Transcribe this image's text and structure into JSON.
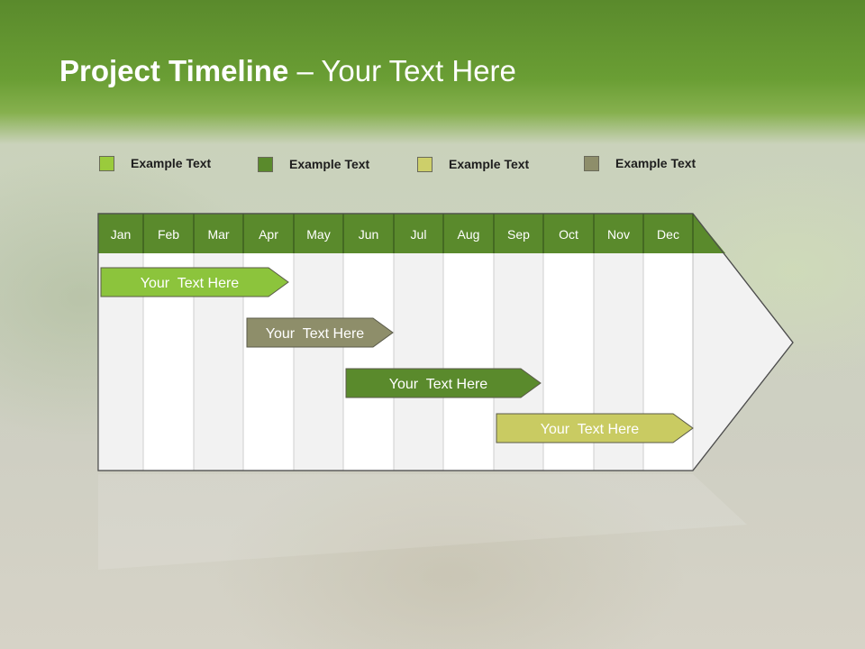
{
  "header": {
    "title_bold": "Project Timeline",
    "title_rest": " – Your Text Here"
  },
  "legend": [
    {
      "label": "Example Text",
      "color": "#9acb3c"
    },
    {
      "label": "Example Text",
      "color": "#5a8a2c"
    },
    {
      "label": "Example Text",
      "color": "#cdcf6a"
    },
    {
      "label": "Example Text",
      "color": "#8e8e6a"
    }
  ],
  "timeline": {
    "months": [
      "Jan",
      "Feb",
      "Mar",
      "Apr",
      "May",
      "Jun",
      "Jul",
      "Aug",
      "Sep",
      "Oct",
      "Nov",
      "Dec"
    ],
    "header_color": "#5a8a2c",
    "tasks": [
      {
        "label": "Your  Text Here",
        "start_month": "Jan",
        "end_month": "Apr",
        "color": "#8cc43c"
      },
      {
        "label": "Your  Text Here",
        "start_month": "Apr",
        "end_month": "Jun",
        "color": "#8e8e6a"
      },
      {
        "label": "Your  Text Here",
        "start_month": "Jun",
        "end_month": "Sep",
        "color": "#5a8a2c"
      },
      {
        "label": "Your  Text Here",
        "start_month": "Sep",
        "end_month": "Dec",
        "color": "#c9cb62"
      }
    ]
  }
}
